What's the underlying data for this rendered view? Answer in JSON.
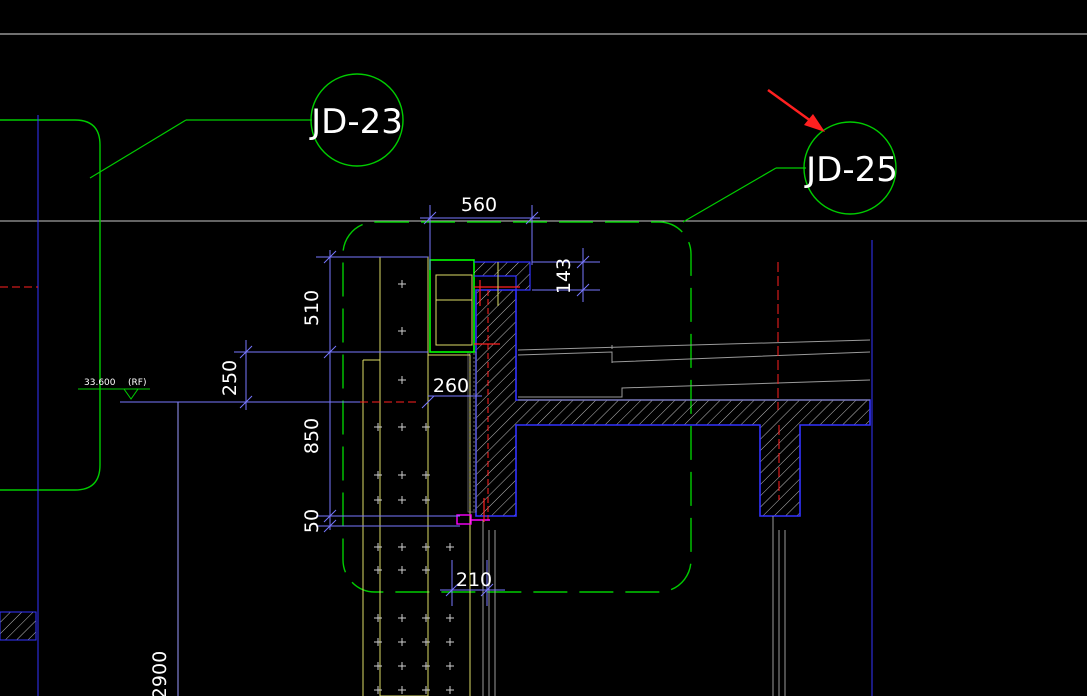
{
  "colors": {
    "background": "#000000",
    "green": "#00ff00",
    "blue": "#3333ff",
    "white": "#ffffff",
    "yellow": "#ffff66",
    "red": "#ff2020",
    "magenta": "#ff00ff",
    "gray": "#9a9a9a"
  },
  "callouts": {
    "left": "JD-23",
    "right": "JD-25"
  },
  "dimensions": {
    "top_width": "560",
    "right_height": "143",
    "height_510": "510",
    "height_250": "250",
    "width_260": "260",
    "height_850": "850",
    "height_50": "50",
    "width_210": "210",
    "height_2900": "2900"
  },
  "level": {
    "elevation": "33.600",
    "name": "(RF)"
  },
  "icons": {
    "arrow": "red-pointer-arrow-icon",
    "level_marker": "level-triangle-icon"
  }
}
